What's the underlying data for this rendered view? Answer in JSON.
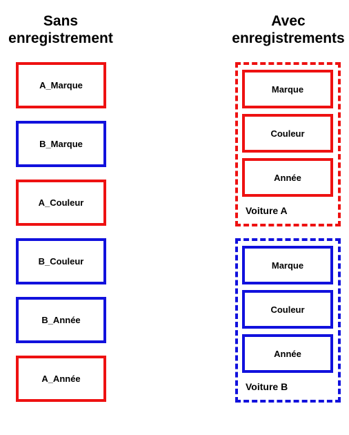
{
  "colors": {
    "red": "#ee1111",
    "blue": "#1111dd"
  },
  "left": {
    "title_line1": "Sans",
    "title_line2": "enregistrement",
    "boxes": [
      {
        "label": "A_Marque",
        "color": "red"
      },
      {
        "label": "B_Marque",
        "color": "blue"
      },
      {
        "label": "A_Couleur",
        "color": "red"
      },
      {
        "label": "B_Couleur",
        "color": "blue"
      },
      {
        "label": "B_Année",
        "color": "blue"
      },
      {
        "label": "A_Année",
        "color": "red"
      }
    ]
  },
  "right": {
    "title_line1": "Avec",
    "title_line2": "enregistrements",
    "groups": [
      {
        "name": "Voiture A",
        "color": "red",
        "fields": [
          "Marque",
          "Couleur",
          "Année"
        ]
      },
      {
        "name": "Voiture B",
        "color": "blue",
        "fields": [
          "Marque",
          "Couleur",
          "Année"
        ]
      }
    ]
  }
}
